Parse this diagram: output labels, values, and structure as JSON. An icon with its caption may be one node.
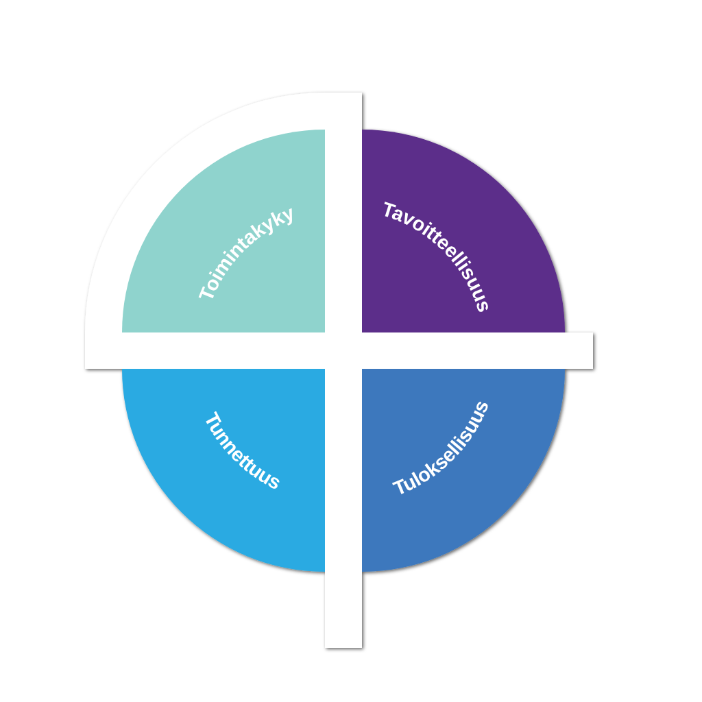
{
  "diagram": {
    "nodes": [
      {
        "text": [
          "Toimintakyky"
        ]
      },
      {
        "text": [
          "Tavoitteellisuus"
        ]
      },
      {
        "text": [
          "Tunnettuus"
        ]
      },
      {
        "text": [
          "Tuloksellisuus"
        ]
      }
    ]
  }
}
